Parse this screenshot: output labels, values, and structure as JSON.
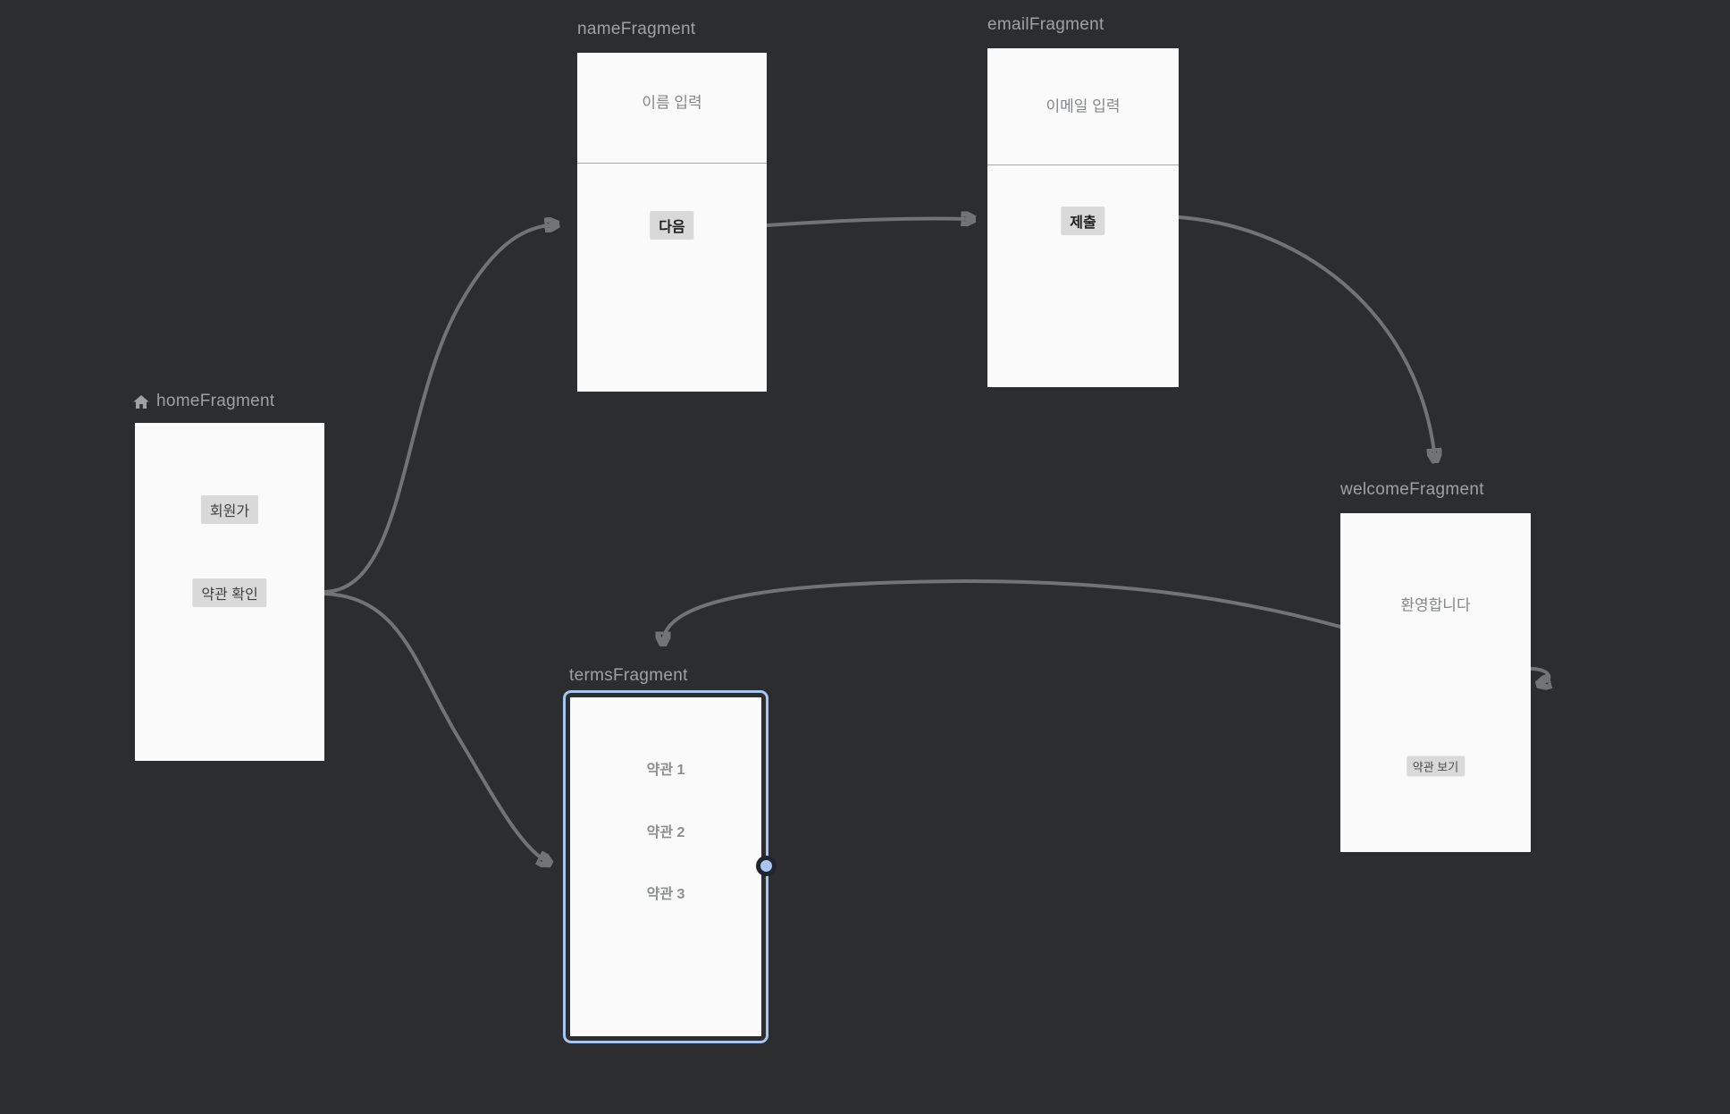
{
  "editor": "navigation-graph",
  "colors": {
    "background": "#2b2d2e",
    "card_background": "#fafafa",
    "title_text": "#9fa1a2",
    "preview_text": "#848688",
    "button_background": "#d9d9d9",
    "arrow": "#717375",
    "selection_accent": "#a8c6ef"
  },
  "fragments": {
    "home": {
      "title": "homeFragment",
      "icon": "home-icon",
      "button1": "회원가",
      "button2": "약관 확인"
    },
    "name": {
      "title": "nameFragment",
      "label": "이름 입력",
      "button": "다음"
    },
    "email": {
      "title": "emailFragment",
      "label": "이메일 입력",
      "button": "제출"
    },
    "welcome": {
      "title": "welcomeFragment",
      "label": "환영합니다",
      "button": "약관 보기"
    },
    "terms": {
      "title": "termsFragment",
      "selected": "true",
      "item1": "약관 1",
      "item2": "약관 2",
      "item3": "약관 3"
    }
  },
  "actions": {
    "home_to_name": "home → name",
    "home_to_terms": "home → terms",
    "name_to_email": "name → email",
    "email_to_welcome": "email → welcome",
    "welcome_to_terms": "welcome → terms",
    "welcome_self": "welcome self action"
  }
}
